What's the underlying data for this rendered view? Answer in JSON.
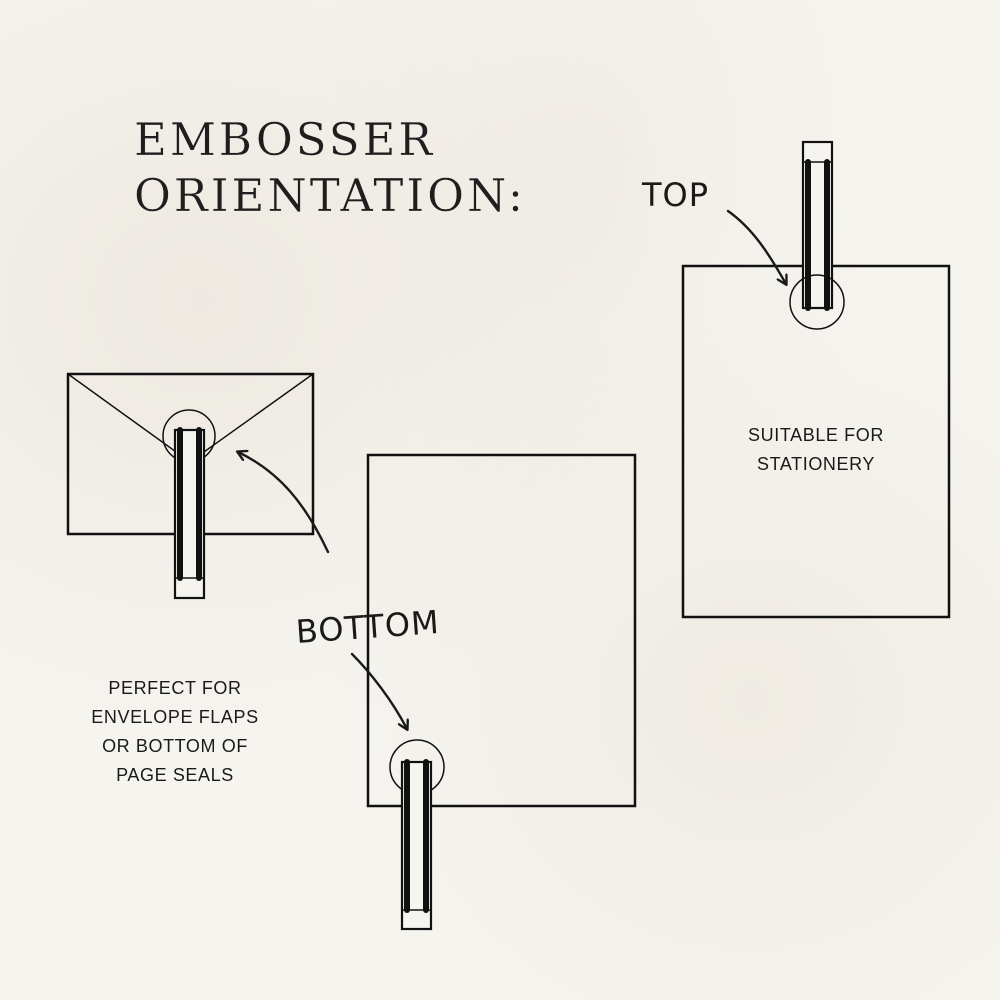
{
  "title": {
    "line1": "EMBOSSER",
    "line2": "ORIENTATION:"
  },
  "labels": {
    "top": "TOP",
    "bottom": "BOTTOM"
  },
  "captions": {
    "stationery": [
      "SUITABLE FOR",
      "STATIONERY"
    ],
    "envelope": [
      "PERFECT FOR",
      "ENVELOPE FLAPS",
      "OR BOTTOM OF",
      "PAGE SEALS"
    ]
  },
  "colors": {
    "ink": "#1a1a1a",
    "paper": "#f6f4ef"
  }
}
